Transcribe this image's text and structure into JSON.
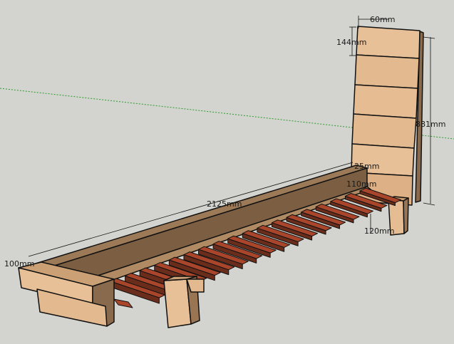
{
  "viewport": {
    "background": "#d3d3cf",
    "axis_color": "#2e9d2e"
  },
  "colors": {
    "wood_light": "#e8c097",
    "wood_mid": "#d9a77a",
    "wood_dark": "#b98a60",
    "wood_shadow": "#8a6a4c",
    "slat_red": "#a8452a",
    "slat_red_dark": "#6b2d1b",
    "outline": "#111111"
  },
  "dimensions": {
    "top_width": "60mm",
    "slat_height": "144mm",
    "back_height": "881mm",
    "beam_thickness": "25mm",
    "beam_height": "110mm",
    "leg_width": "120mm",
    "length": "2125mm",
    "end_height": "100mm"
  }
}
